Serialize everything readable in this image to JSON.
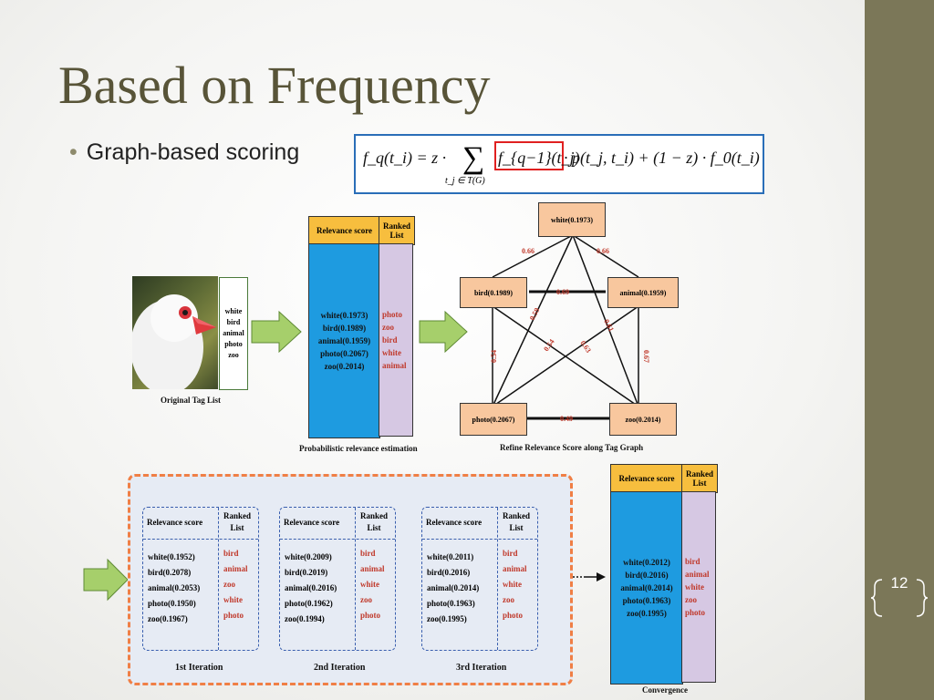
{
  "slide": {
    "title": "Based on Frequency",
    "bullet": "Graph-based scoring",
    "page_number": "12"
  },
  "formula": {
    "lhs": "f_q(t_i) = z ·",
    "sum_sub": "t_j ∈ T(G)",
    "highlight": "f_{q−1}(t_j)",
    "rhs": "· p(t_j, t_i) + (1 − z) · f_0(t_i)"
  },
  "figure": {
    "original": {
      "tags": [
        "white",
        "bird",
        "animal",
        "photo",
        "zoo"
      ],
      "caption": "Original Tag List"
    },
    "probabilistic": {
      "head_score": "Relevance score",
      "head_rank": "Ranked List",
      "scores": [
        "white(0.1973)",
        "bird(0.1989)",
        "animal(0.1959)",
        "photo(0.2067)",
        "zoo(0.2014)"
      ],
      "ranks": [
        "photo",
        "zoo",
        "bird",
        "white",
        "animal"
      ],
      "caption": "Probabilistic relevance estimation"
    },
    "graph": {
      "nodes": {
        "white": "white(0.1973)",
        "bird": "bird(0.1989)",
        "animal": "animal(0.1959)",
        "photo": "photo(0.2067)",
        "zoo": "zoo(0.2014)"
      },
      "edges": [
        "0.66",
        "0.66",
        "0.69",
        "0.59",
        "0.61",
        "0.54",
        "0.54",
        "0.63",
        "0.67",
        "0.49"
      ],
      "caption": "Refine Relevance Score along Tag Graph"
    },
    "iterations": [
      {
        "head_score": "Relevance score",
        "head_rank": "Ranked List",
        "scores": [
          "white(0.1952)",
          "bird(0.2078)",
          "animal(0.2053)",
          "photo(0.1950)",
          "zoo(0.1967)"
        ],
        "ranks": [
          "bird",
          "animal",
          "zoo",
          "white",
          "photo"
        ],
        "caption": "1st Iteration"
      },
      {
        "head_score": "Relevance score",
        "head_rank": "Ranked List",
        "scores": [
          "white(0.2009)",
          "bird(0.2019)",
          "animal(0.2016)",
          "photo(0.1962)",
          "zoo(0.1994)"
        ],
        "ranks": [
          "bird",
          "animal",
          "white",
          "zoo",
          "photo"
        ],
        "caption": "2nd Iteration"
      },
      {
        "head_score": "Relevance score",
        "head_rank": "Ranked List",
        "scores": [
          "white(0.2011)",
          "bird(0.2016)",
          "animal(0.2014)",
          "photo(0.1963)",
          "zoo(0.1995)"
        ],
        "ranks": [
          "bird",
          "animal",
          "white",
          "zoo",
          "photo"
        ],
        "caption": "3rd Iteration"
      }
    ],
    "convergence": {
      "head_score": "Relevance score",
      "head_rank": "Ranked List",
      "scores": [
        "white(0.2012)",
        "bird(0.2016)",
        "animal(0.2014)",
        "photo(0.1963)",
        "zoo(0.1995)"
      ],
      "ranks": [
        "bird",
        "animal",
        "white",
        "zoo",
        "photo"
      ],
      "caption": "Convergence"
    }
  },
  "colors": {
    "sidebar": "#7b7758",
    "title": "#585438",
    "score_header": "#f7be3e",
    "score_body": "#1e9be0",
    "rank_body": "#d6c8e3",
    "node": "#f8c79e",
    "highlight": "#e02020"
  }
}
